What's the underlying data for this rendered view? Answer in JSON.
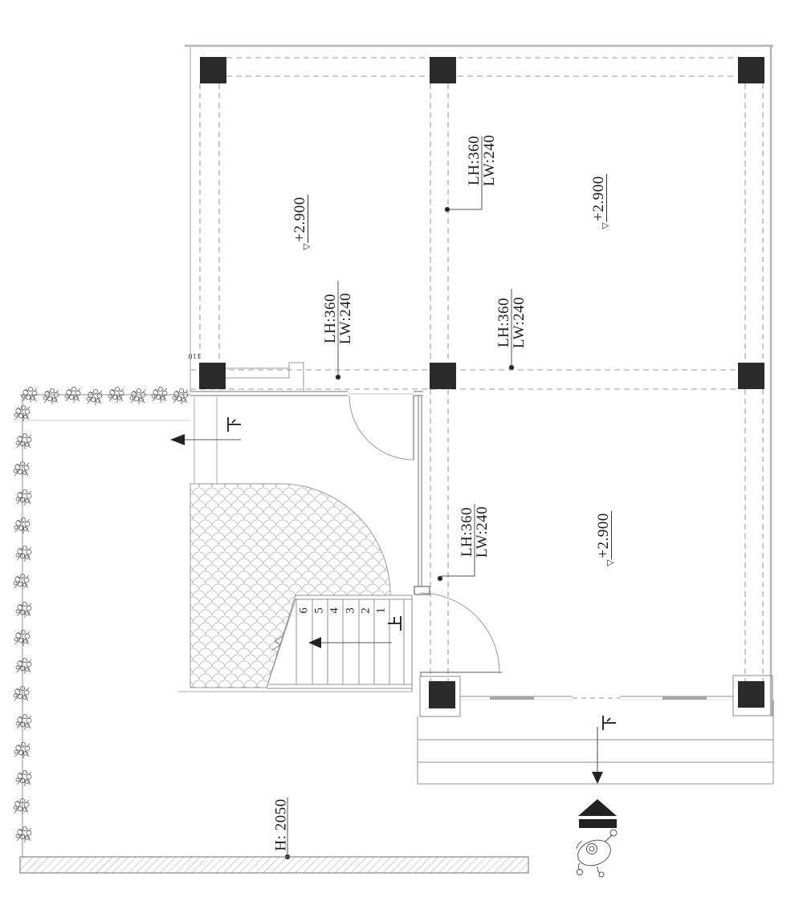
{
  "beam_labels": [
    {
      "line1": "LH:360",
      "line2": "LW:240"
    },
    {
      "line1": "LH:360",
      "line2": "LW:240"
    },
    {
      "line1": "LH:360",
      "line2": "LW:240"
    },
    {
      "line1": "LH:360",
      "line2": "LW:240"
    }
  ],
  "elevation_markers": [
    {
      "text": "+2.900",
      "symbol": "▽"
    },
    {
      "text": "+2.900",
      "symbol": "▽"
    },
    {
      "text": "+2.900",
      "symbol": "▽"
    }
  ],
  "stair": {
    "numbers": [
      "6",
      "5",
      "4",
      "3",
      "2",
      "1"
    ],
    "up_glyph": "上"
  },
  "direction_glyphs": {
    "down_left": "下",
    "down_exit": "下"
  },
  "wall_height_label": "H: 2050",
  "column_dim_label": "110",
  "colors": {
    "column_fill": "#2b2b2b",
    "line_gray": "#8f8f8f",
    "border_gray": "#b5b5b5"
  }
}
